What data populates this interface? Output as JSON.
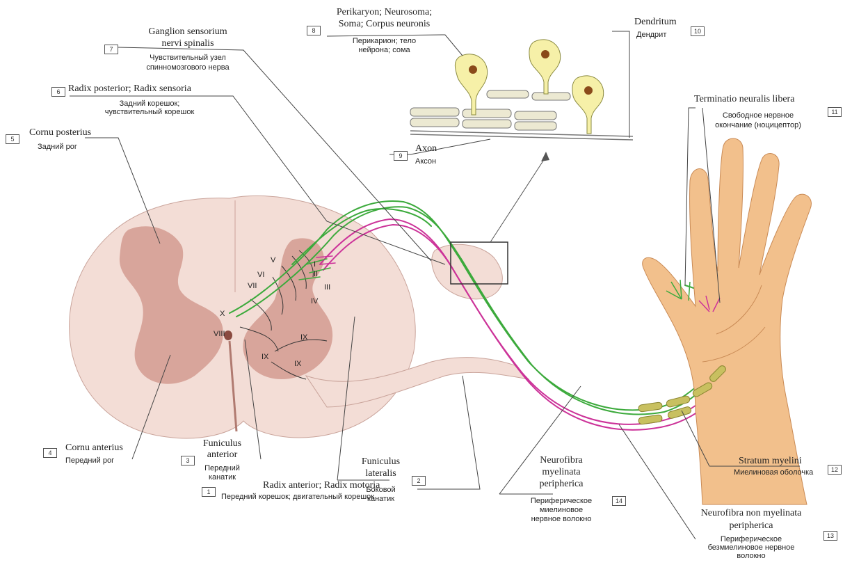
{
  "colors": {
    "cord": "#f3ddd6",
    "grey_matter": "#d8a59b",
    "sensory_fiber": "#3caa3c",
    "motor_fiber": "#cc3399",
    "skin": "#f2c08c",
    "myelin": "#c8c060"
  },
  "labels": {
    "l1": {
      "num": "1",
      "lat": "Radix anterior; Radix motoria",
      "rus": "Передний корешок; двигательный корешок"
    },
    "l2": {
      "num": "2",
      "lat1": "Funiculus",
      "lat2": "lateralis",
      "rus1": "Боковой",
      "rus2": "канатик"
    },
    "l3": {
      "num": "3",
      "lat1": "Funiculus",
      "lat2": "anterior",
      "rus1": "Передний",
      "rus2": "канатик"
    },
    "l4": {
      "num": "4",
      "lat": "Cornu anterius",
      "rus": "Передний рог"
    },
    "l5": {
      "num": "5",
      "lat": "Cornu posterius",
      "rus": "Задний рог"
    },
    "l6": {
      "num": "6",
      "lat": "Radix posterior; Radix sensoria",
      "rus1": "Задний корешок;",
      "rus2": "чувствительный корешок"
    },
    "l7": {
      "num": "7",
      "lat1": "Ganglion sensorium",
      "lat2": "nervi spinalis",
      "rus1": "Чувствительный узел",
      "rus2": "спинномозгового нерва"
    },
    "l8": {
      "num": "8",
      "lat1": "Perikaryon; Neurosoma;",
      "lat2": "Soma; Corpus neuronis",
      "rus1": "Перикарион; тело",
      "rus2": "нейрона; сома"
    },
    "l9": {
      "num": "9",
      "lat": "Axon",
      "rus": "Аксон"
    },
    "l10": {
      "num": "10",
      "lat": "Dendritum",
      "rus": "Дендрит"
    },
    "l11": {
      "num": "11",
      "lat": "Terminatio neuralis libera",
      "rus1": "Свободное нервное",
      "rus2": "окончание (ноцицептор)"
    },
    "l12": {
      "num": "12",
      "lat": "Stratum myelini",
      "rus": "Миелиновая оболочка"
    },
    "l13": {
      "num": "13",
      "lat1": "Neurofibra non myelinata",
      "lat2": "peripherica",
      "rus1": "Периферическое",
      "rus2": "безмиелиновое нервное",
      "rus3": "волокно"
    },
    "l14": {
      "num": "14",
      "lat1": "Neurofibra",
      "lat2": "myelinata",
      "lat3": "peripherica",
      "rus1": "Периферическое",
      "rus2": "миелиновое",
      "rus3": "нервное волокно"
    }
  },
  "laminae": [
    "I",
    "II",
    "III",
    "IV",
    "V",
    "VI",
    "VII",
    "VIII",
    "IX",
    "IX",
    "IX",
    "X"
  ]
}
